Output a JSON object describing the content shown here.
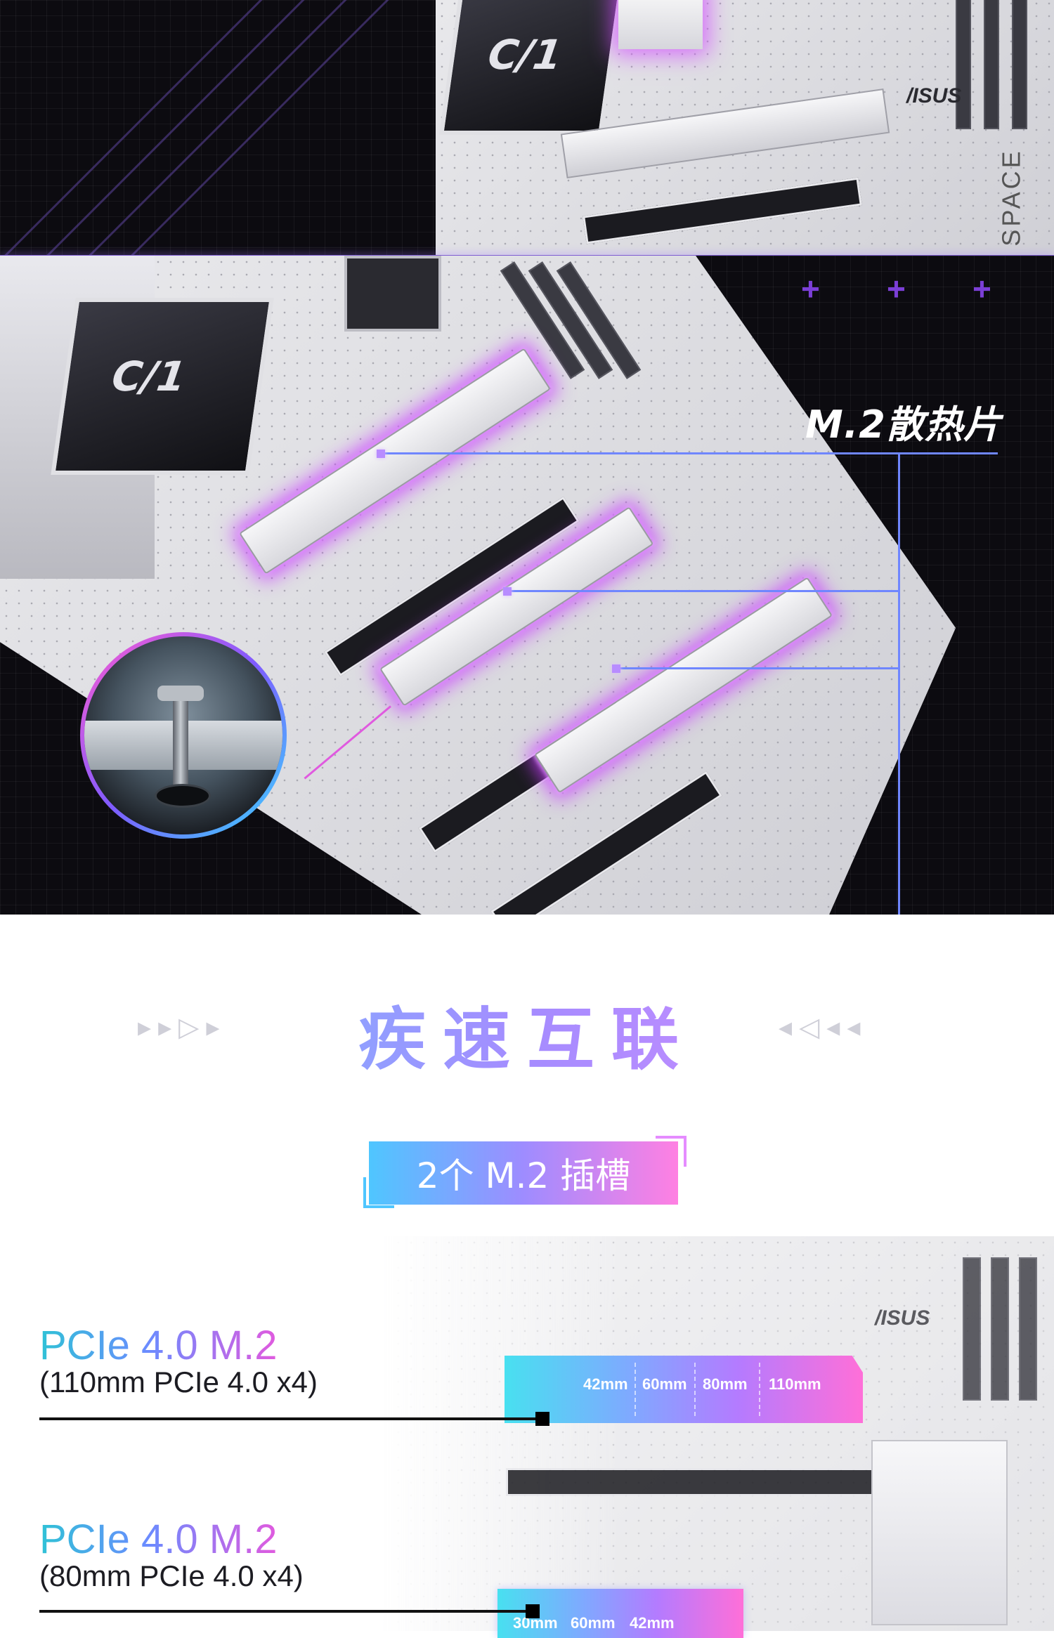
{
  "m2_callout": {
    "label": "M.2散热片"
  },
  "board_branding": {
    "logo": "C/1",
    "brand": "/ISUS",
    "series": "SPACE"
  },
  "section": {
    "title": "疾速互联",
    "left_arrows": "▸▸▷▸",
    "right_arrows": "◂◁◂◂"
  },
  "badge": {
    "text": "2个 M.2 插槽"
  },
  "slots": [
    {
      "title": "PCIe 4.0 M.2",
      "subtitle": "(110mm PCIe 4.0 x4)",
      "lengths": [
        "42mm",
        "60mm",
        "80mm",
        "110mm"
      ]
    },
    {
      "title": "PCIe 4.0 M.2",
      "subtitle": "(80mm PCIe 4.0 x4)",
      "lengths": [
        "30mm",
        "60mm",
        "42mm"
      ]
    }
  ],
  "colors": {
    "accent_purple": "#a06cff",
    "accent_cyan": "#2fc2d6",
    "accent_pink": "#e05adf",
    "dark_bg": "#0c0b10"
  }
}
